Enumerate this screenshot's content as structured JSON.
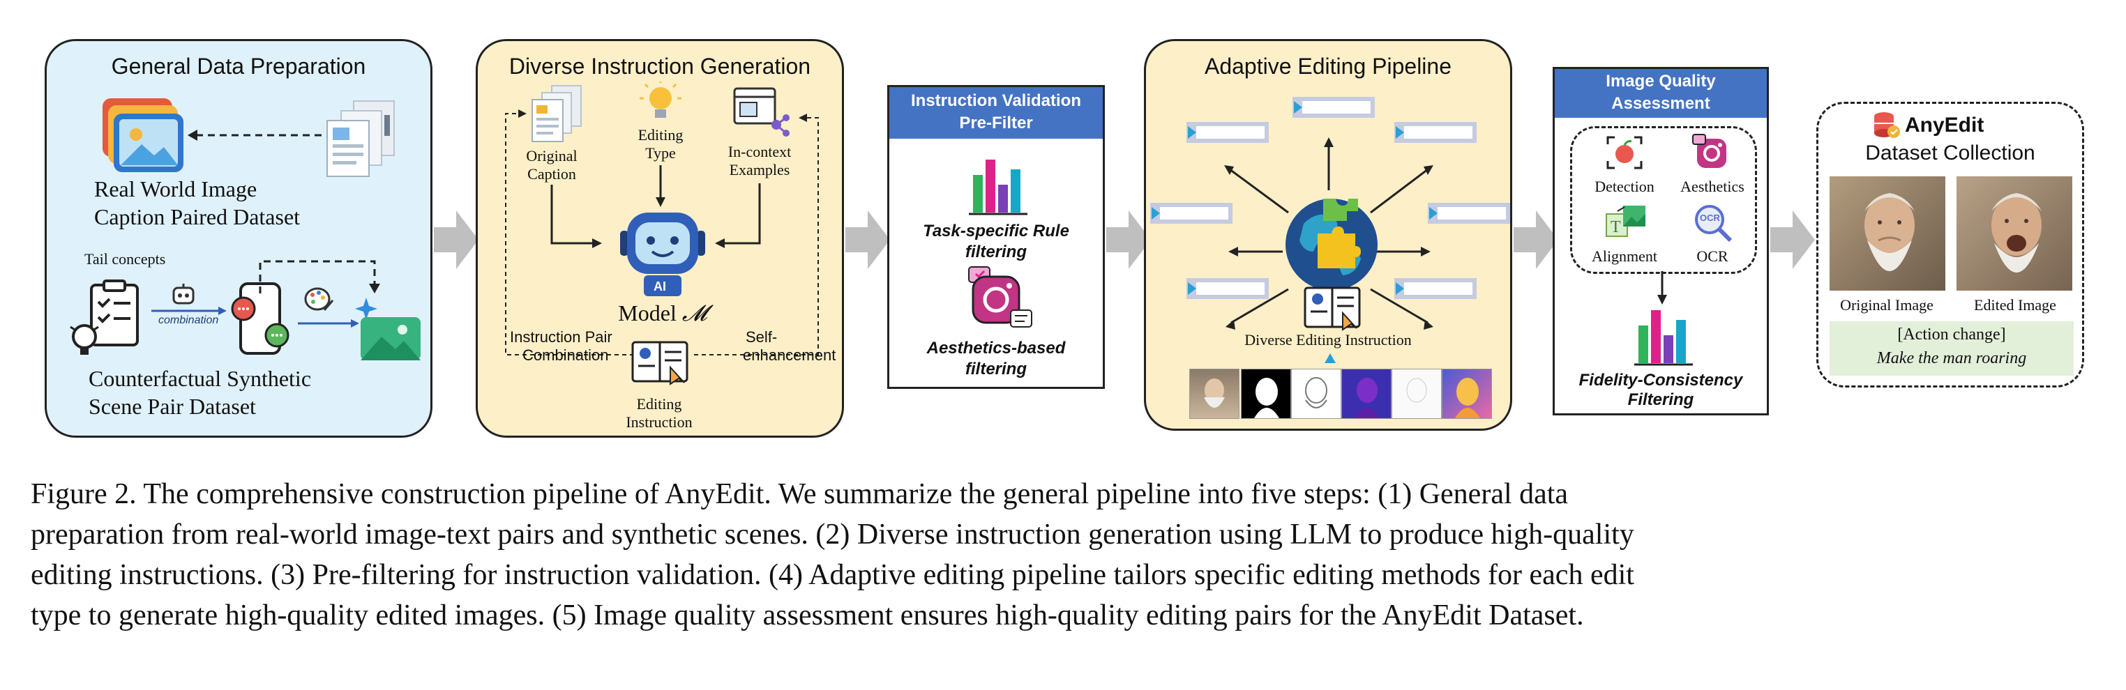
{
  "panels": {
    "general": {
      "title": "General Data Preparation",
      "real_world_line1": "Real World Image",
      "real_world_line2": "Caption Paired Dataset",
      "tail_concepts": "Tail concepts",
      "combination": "combination",
      "counterfactual_line1": "Counterfactual Synthetic",
      "counterfactual_line2": "Scene Pair Dataset"
    },
    "instruction_gen": {
      "title": "Diverse Instruction Generation",
      "original_caption_line1": "Original",
      "original_caption_line2": "Caption",
      "editing_type_line1": "Editing",
      "editing_type_line2": "Type",
      "incontext_line1": "In-context",
      "incontext_line2": "Examples",
      "model_label": "Model",
      "model_symbol": "𝓜",
      "ai_badge": "AI",
      "pair_line1": "Instruction Pair",
      "pair_line2": "Combination",
      "self_line1": "Self-",
      "self_line2": "enhancement",
      "editing_instr_line1": "Editing",
      "editing_instr_line2": "Instruction"
    },
    "validation": {
      "header_line1": "Instruction Validation",
      "header_line2": "Pre-Filter",
      "rule_line1": "Task-specific Rule",
      "rule_line2": "filtering",
      "aesthetic_line1": "Aesthetics-based",
      "aesthetic_line2": "filtering"
    },
    "adaptive": {
      "title": "Adaptive Editing Pipeline",
      "diverse_label": "Diverse Editing Instruction"
    },
    "quality": {
      "header_line1": "Image Quality",
      "header_line2": "Assessment",
      "detection": "Detection",
      "aesthetics": "Aesthetics",
      "alignment": "Alignment",
      "ocr": "OCR",
      "ocr_icon_text": "OCR",
      "fidelity_line1": "Fidelity-Consistency",
      "fidelity_line2": "Filtering"
    },
    "anyedit": {
      "brand": "AnyEdit",
      "title": "Dataset Collection",
      "original_image": "Original Image",
      "edited_image": "Edited Image",
      "action_label": "[Action change]",
      "action_text": "Make the man roaring"
    }
  },
  "caption": {
    "line1": "Figure 2.  The comprehensive construction pipeline of AnyEdit.  We summarize the general pipeline into five steps: (1) General data",
    "line2": "preparation from real-world image-text pairs and synthetic scenes. (2) Diverse instruction generation using LLM to produce high-quality",
    "line3": "editing instructions. (3) Pre-filtering for instruction validation. (4) Adaptive editing pipeline tailors specific editing methods for each edit",
    "line4": "type to generate high-quality edited images. (5) Image quality assessment ensures high-quality editing pairs for the AnyEdit Dataset."
  },
  "colors": {
    "panel_blue": "#dff1fa",
    "panel_yellow": "#fdefc8",
    "header_blue": "#4473c4",
    "arrow_gray": "#bfbfbf",
    "caption_green": "#e2efd9"
  }
}
